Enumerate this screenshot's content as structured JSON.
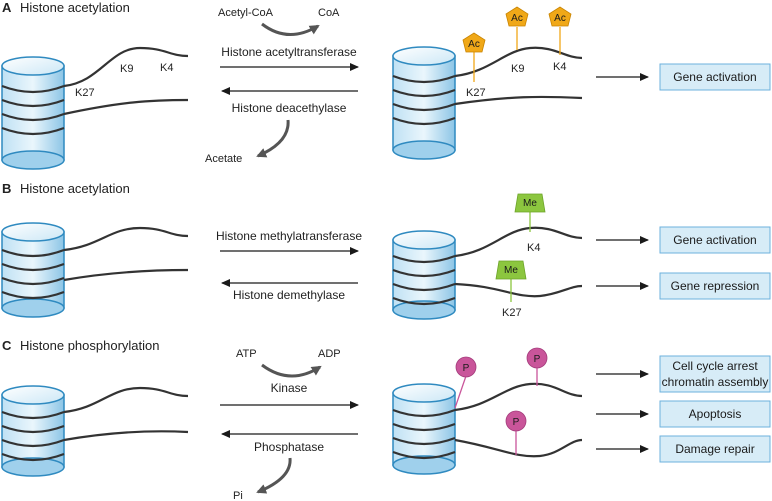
{
  "panels": [
    {
      "letter": "A",
      "title": "Histone acetylation",
      "cofactor_in": "Acetyl-CoA",
      "cofactor_out": "CoA",
      "forward_enzyme": "Histone acetyltransferase",
      "reverse_enzyme": "Histone deacethylase",
      "reverse_product": "Acetate",
      "left_sites": [
        "K9",
        "K4",
        "K27"
      ],
      "right_sites": [
        "K9",
        "K4",
        "K27"
      ],
      "mark": "Ac",
      "outcomes": [
        "Gene activation"
      ]
    },
    {
      "letter": "B",
      "title": "Histone acetylation",
      "forward_enzyme": "Histone methylatransferase",
      "reverse_enzyme": "Histone demethylase",
      "right_sites": [
        "K4",
        "K27"
      ],
      "mark": "Me",
      "outcomes": [
        "Gene activation",
        "Gene repression"
      ]
    },
    {
      "letter": "C",
      "title": "Histone phosphorylation",
      "cofactor_in": "ATP",
      "cofactor_out": "ADP",
      "forward_enzyme": "Kinase",
      "reverse_enzyme": "Phosphatase",
      "reverse_product": "Pi",
      "mark": "P",
      "outcomes": [
        "Cell cycle arrest",
        "chromatin assembly",
        "Apoptosis",
        "Damage repair"
      ]
    }
  ],
  "colors": {
    "cylinder_light": "#e6f3fb",
    "cylinder_dark": "#4aa3d6",
    "cylinder_stroke": "#2f8ac0",
    "dna": "#333333",
    "ac_tag": "#f0a818",
    "me_tag": "#8cc63f",
    "p_tag": "#c9559a",
    "outcome_box": "#d7ecf7",
    "outcome_border": "#6cb2dd",
    "curved_arrow": "#555555"
  }
}
